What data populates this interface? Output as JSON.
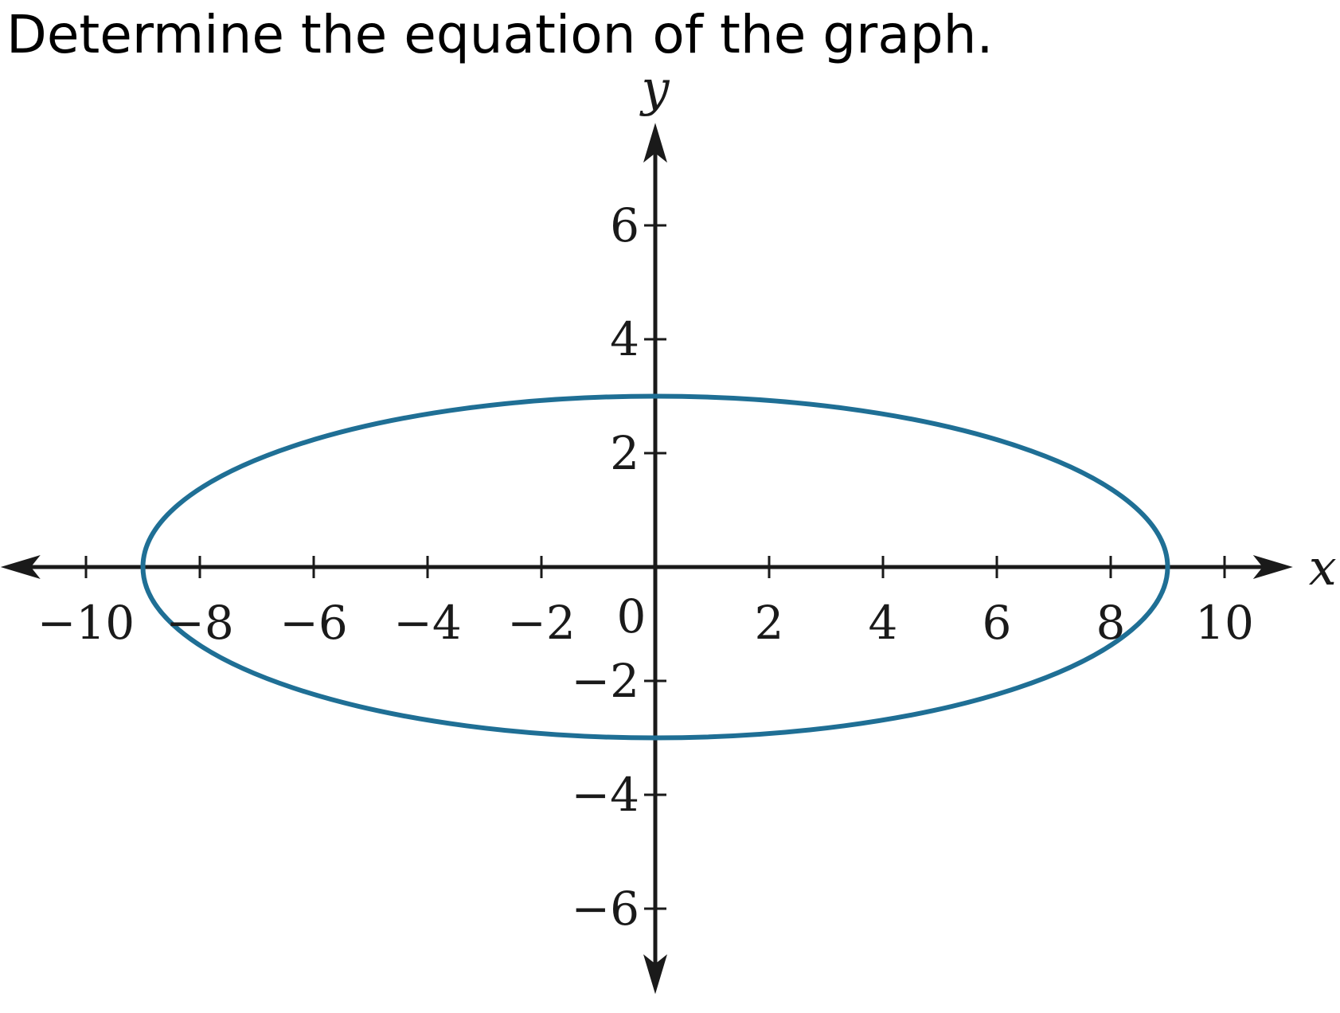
{
  "question": "Determine the equation of the graph.",
  "chart_data": {
    "type": "line",
    "title": "",
    "xlabel": "x",
    "ylabel": "y",
    "xlim": [
      -11.5,
      11.2
    ],
    "ylim": [
      -7.5,
      7.8
    ],
    "x_ticks": [
      -10,
      -8,
      -6,
      -4,
      -2,
      2,
      4,
      6,
      8,
      10
    ],
    "y_ticks": [
      -6,
      -4,
      -2,
      2,
      4,
      6
    ],
    "x_tick_labels": [
      "−10",
      "−8",
      "−6",
      "−4",
      "−2",
      "2",
      "4",
      "6",
      "8",
      "10"
    ],
    "y_tick_labels": [
      "−6",
      "−4",
      "−2",
      "2",
      "4",
      "6"
    ],
    "origin_label": "0",
    "grid": false,
    "series": [
      {
        "shape": "ellipse",
        "center": [
          0,
          0
        ],
        "semi_axis_x": 9,
        "semi_axis_y": 3,
        "color": "#1f6f95",
        "key_points": [
          [
            9,
            0
          ],
          [
            0,
            3
          ],
          [
            -9,
            0
          ],
          [
            0,
            -3
          ]
        ]
      }
    ],
    "axis_color": "#1a1a1a"
  }
}
